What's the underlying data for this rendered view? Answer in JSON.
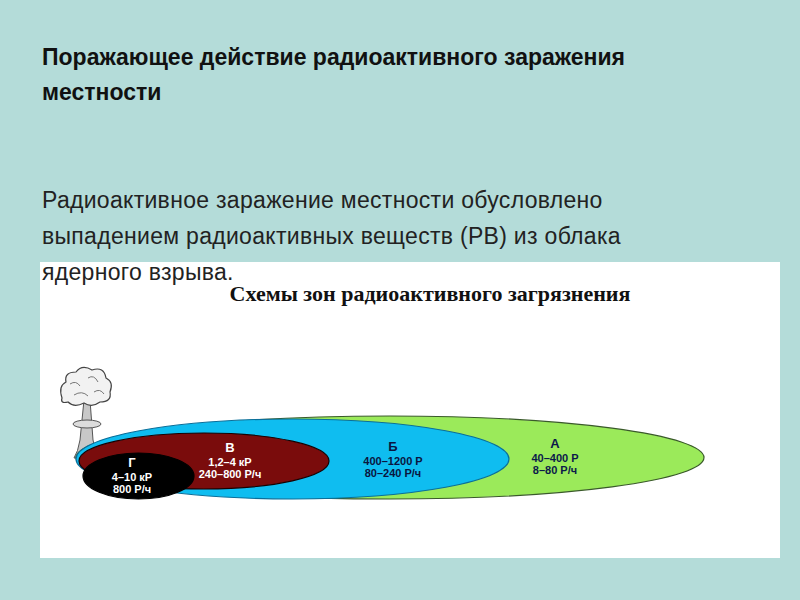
{
  "diagram": {
    "title": "Поражающее действие радиоактивного заражения местности",
    "nodes": [
      {
        "text": [
          "Схемы зон радиоактивного загрязнения"
        ]
      },
      {
        "text": [
          "А",
          "40–400 Р",
          "8–80 Р/ч"
        ],
        "in": 0
      },
      {
        "text": [
          "Б",
          "400–1200 Р",
          "80–240 Р/ч"
        ],
        "in": 1
      },
      {
        "text": [
          "В",
          "1,2–4 кР",
          "240–800 Р/ч"
        ],
        "in": 2
      },
      {
        "text": [
          "Г",
          "4–10 кР",
          "800 Р/ч"
        ],
        "in": 3
      }
    ],
    "labels": [
      "Радиоактивное заражение местности обусловлено выпадением радиоактивных веществ (РВ) из облака ядерного взрыва."
    ]
  }
}
